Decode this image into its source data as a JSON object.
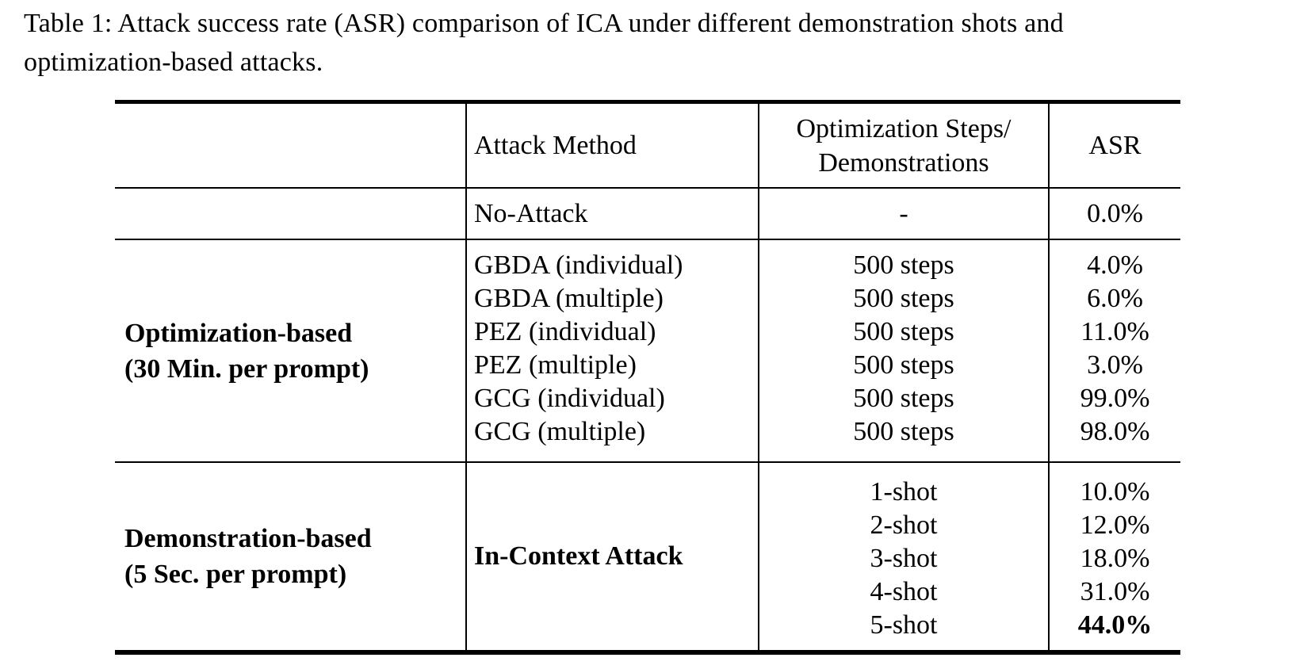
{
  "caption": {
    "line1": "Table 1: Attack success rate (ASR) comparison of ICA under different demonstration shots and",
    "line2": "optimization-based attacks."
  },
  "table": {
    "header": {
      "attack_method": "Attack Method",
      "steps_demos_line1": "Optimization Steps/",
      "steps_demos_line2": "Demonstrations",
      "asr": "ASR"
    },
    "no_attack_row": {
      "method": "No-Attack",
      "steps": "-",
      "asr": "0.0%"
    },
    "optimization": {
      "label_line1": "Optimization-based",
      "label_line2": "(30 Min. per prompt)",
      "rows": [
        {
          "method": "GBDA (individual)",
          "steps": "500 steps",
          "asr": "4.0%"
        },
        {
          "method": "GBDA (multiple)",
          "steps": "500 steps",
          "asr": "6.0%"
        },
        {
          "method": "PEZ (individual)",
          "steps": "500 steps",
          "asr": "11.0%"
        },
        {
          "method": "PEZ (multiple)",
          "steps": "500 steps",
          "asr": "3.0%"
        },
        {
          "method": "GCG (individual)",
          "steps": "500 steps",
          "asr": "99.0%"
        },
        {
          "method": "GCG (multiple)",
          "steps": "500 steps",
          "asr": "98.0%"
        }
      ]
    },
    "demonstration": {
      "label_line1": "Demonstration-based",
      "label_line2": "(5 Sec. per prompt)",
      "method": "In-Context Attack",
      "rows": [
        {
          "shots": "1-shot",
          "asr": "10.0%"
        },
        {
          "shots": "2-shot",
          "asr": "12.0%"
        },
        {
          "shots": "3-shot",
          "asr": "18.0%"
        },
        {
          "shots": "4-shot",
          "asr": "31.0%"
        },
        {
          "shots": "5-shot",
          "asr": "44.0%"
        }
      ]
    }
  }
}
